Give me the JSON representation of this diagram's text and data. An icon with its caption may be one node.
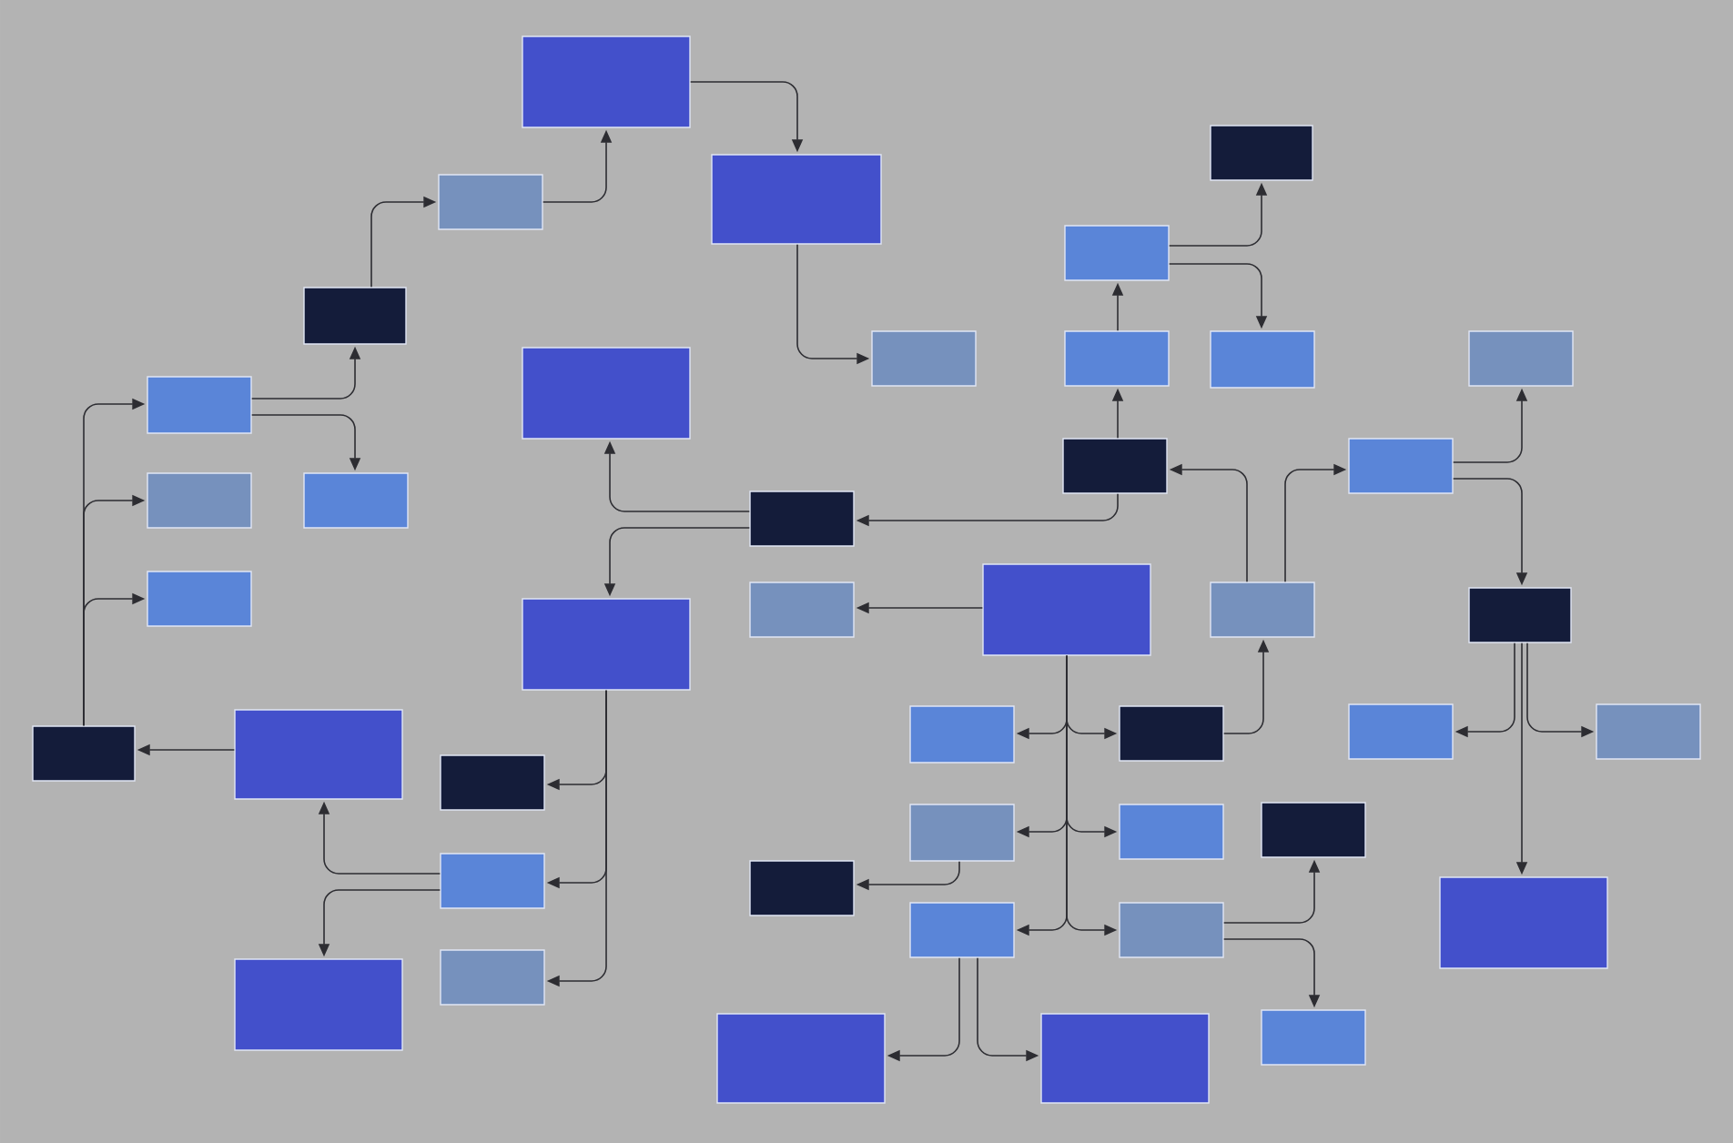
{
  "diagram": {
    "nodes": [
      {
        "text": [],
        "shape": "box"
      },
      {
        "text": [],
        "shape": "box"
      },
      {
        "text": [],
        "shape": "box"
      },
      {
        "text": [],
        "shape": "box"
      },
      {
        "text": [],
        "shape": "box"
      },
      {
        "text": [],
        "shape": "box"
      },
      {
        "text": [],
        "shape": "box"
      },
      {
        "text": [],
        "shape": "box"
      },
      {
        "text": [],
        "shape": "box"
      },
      {
        "text": [],
        "shape": "box"
      },
      {
        "text": [],
        "shape": "box"
      },
      {
        "text": [],
        "shape": "box"
      },
      {
        "text": [],
        "shape": "box"
      },
      {
        "text": [],
        "shape": "box"
      },
      {
        "text": [],
        "shape": "box"
      },
      {
        "text": [],
        "shape": "box"
      },
      {
        "text": [],
        "shape": "box"
      },
      {
        "text": [],
        "shape": "box"
      },
      {
        "text": [],
        "shape": "box"
      },
      {
        "text": [],
        "shape": "box"
      },
      {
        "text": [],
        "shape": "box"
      },
      {
        "text": [],
        "shape": "box"
      },
      {
        "text": [],
        "shape": "box"
      },
      {
        "text": [],
        "shape": "box"
      },
      {
        "text": [],
        "shape": "box"
      },
      {
        "text": [],
        "shape": "box"
      },
      {
        "text": [],
        "shape": "box"
      },
      {
        "text": [],
        "shape": "box"
      },
      {
        "text": [],
        "shape": "box"
      },
      {
        "text": [],
        "shape": "box"
      },
      {
        "text": [],
        "shape": "box"
      },
      {
        "text": [],
        "shape": "box"
      },
      {
        "text": [],
        "shape": "box"
      },
      {
        "text": [],
        "shape": "box"
      },
      {
        "text": [],
        "shape": "box"
      },
      {
        "text": [],
        "shape": "box"
      },
      {
        "text": [],
        "shape": "box"
      },
      {
        "text": [],
        "shape": "box"
      },
      {
        "text": [],
        "shape": "box"
      },
      {
        "text": [],
        "shape": "box"
      },
      {
        "text": [],
        "shape": "box"
      },
      {
        "text": [],
        "shape": "box"
      },
      {
        "text": [],
        "shape": "box"
      }
    ],
    "edges": [
      {
        "from": 0,
        "to": 1,
        "arrow": "to"
      },
      {
        "from": 3,
        "to": 0,
        "arrow": "to"
      },
      {
        "from": 5,
        "to": 3,
        "arrow": "to"
      },
      {
        "from": 1,
        "to": 7,
        "arrow": "to"
      },
      {
        "from": 4,
        "to": 2,
        "arrow": "to"
      },
      {
        "from": 4,
        "to": 9,
        "arrow": "to"
      },
      {
        "from": 8,
        "to": 4,
        "arrow": "to"
      },
      {
        "from": 12,
        "to": 8,
        "arrow": "to"
      },
      {
        "from": 11,
        "to": 5,
        "arrow": "to"
      },
      {
        "from": 11,
        "to": 15,
        "arrow": "to"
      },
      {
        "from": 23,
        "to": 11,
        "arrow": "to"
      },
      {
        "from": 23,
        "to": 14,
        "arrow": "to"
      },
      {
        "from": 23,
        "to": 18,
        "arrow": "to"
      },
      {
        "from": 16,
        "to": 6,
        "arrow": "to"
      },
      {
        "from": 16,
        "to": 22,
        "arrow": "to"
      },
      {
        "from": 12,
        "to": 16,
        "arrow": "to"
      },
      {
        "from": 20,
        "to": 12,
        "arrow": "to"
      },
      {
        "from": 20,
        "to": 13,
        "arrow": "to"
      },
      {
        "from": 13,
        "to": 10,
        "arrow": "to"
      },
      {
        "from": 13,
        "to": 21,
        "arrow": "to"
      },
      {
        "from": 17,
        "to": 19,
        "arrow": "to"
      },
      {
        "from": 22,
        "to": 29,
        "arrow": "to"
      },
      {
        "from": 22,
        "to": 33,
        "arrow": "to"
      },
      {
        "from": 22,
        "to": 39,
        "arrow": "to"
      },
      {
        "from": 24,
        "to": 23,
        "arrow": "to"
      },
      {
        "from": 33,
        "to": 24,
        "arrow": "to"
      },
      {
        "from": 33,
        "to": 38,
        "arrow": "to"
      },
      {
        "from": 17,
        "to": 25,
        "arrow": "to"
      },
      {
        "from": 17,
        "to": 26,
        "arrow": "to"
      },
      {
        "from": 17,
        "to": 30,
        "arrow": "to"
      },
      {
        "from": 17,
        "to": 31,
        "arrow": "to"
      },
      {
        "from": 17,
        "to": 36,
        "arrow": "to"
      },
      {
        "from": 17,
        "to": 37,
        "arrow": "to"
      },
      {
        "from": 26,
        "to": 20,
        "arrow": "to"
      },
      {
        "from": 21,
        "to": 27,
        "arrow": "to"
      },
      {
        "from": 21,
        "to": 28,
        "arrow": "to"
      },
      {
        "from": 21,
        "to": 35,
        "arrow": "to"
      },
      {
        "from": 30,
        "to": 34,
        "arrow": "to"
      },
      {
        "from": 37,
        "to": 32,
        "arrow": "to"
      },
      {
        "from": 37,
        "to": 42,
        "arrow": "to"
      },
      {
        "from": 36,
        "to": 40,
        "arrow": "to"
      },
      {
        "from": 36,
        "to": 41,
        "arrow": "to"
      }
    ]
  }
}
